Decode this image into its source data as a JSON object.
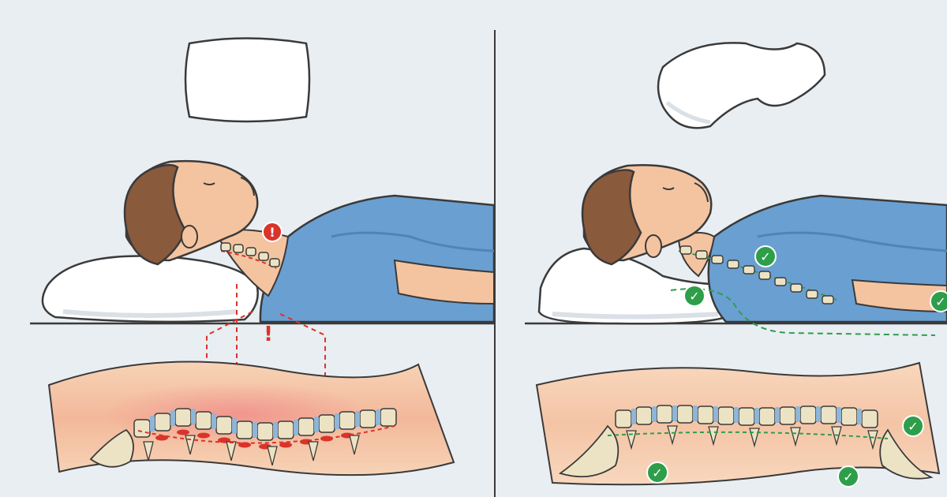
{
  "colors": {
    "background": "#e9eef2",
    "skin": "#f4c4a0",
    "skin_shadow": "#e3a882",
    "hair": "#8a5a3c",
    "shirt": "#6a9fd1",
    "shirt_shadow": "#4f84b8",
    "pillow": "#ffffff",
    "pillow_shadow": "#d9e0e6",
    "outline": "#3a3a3a",
    "bone": "#ece3c4",
    "disc": "#8fb5d8",
    "bad": "#d9342b",
    "good": "#2e9e4a",
    "inflammation": "#f08a8a"
  },
  "panels": {
    "left": {
      "status": "bad",
      "pillow": "standard-pillow"
    },
    "right": {
      "status": "good",
      "pillow": "contoured-memory-foam-pillow"
    }
  },
  "markers": {
    "warning": "!",
    "check": "✓"
  }
}
